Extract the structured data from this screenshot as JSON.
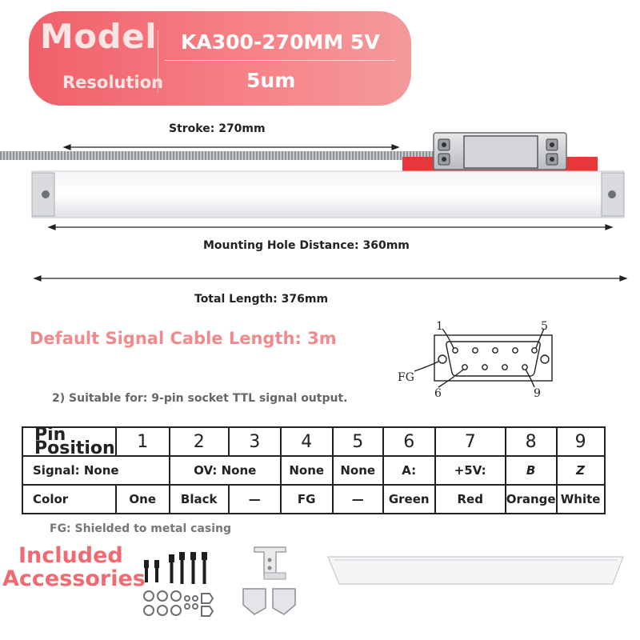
{
  "header": {
    "model_label": "Model",
    "model_value": "KA300-270MM 5V",
    "resolution_label": "Resolution",
    "resolution_value": "5um",
    "gradient_start": "#f0606a",
    "gradient_end": "#f39a9c"
  },
  "dimensions": {
    "stroke": "Stroke: 270mm",
    "mounting": "Mounting Hole Distance: 360mm",
    "total": "Total Length: 376mm"
  },
  "cable_length": "Default Signal Cable Length: 3m",
  "suitable": "2) Suitable for: 9-pin socket TTL signal output.",
  "connector": {
    "pin_1": "1",
    "pin_5": "5",
    "pin_6": "6",
    "pin_9": "9",
    "fg": "FG"
  },
  "pin_table": {
    "header": "Pin Position",
    "pins": [
      "1",
      "2",
      "3",
      "4",
      "5",
      "6",
      "7",
      "8",
      "9"
    ],
    "signal_label": "Signal: None",
    "signal_2_3": "OV: None",
    "signal_4": "None",
    "signal_5": "None",
    "signal_6": "A:",
    "signal_7": "+5V:",
    "signal_8": "B",
    "signal_9": "Z",
    "color_label": "Color",
    "color_1": "One",
    "color_2": "Black",
    "color_3": "—",
    "color_4": "FG",
    "color_5": "—",
    "color_6": "Green",
    "color_7": "Red",
    "color_8": "Orange",
    "color_9": "White"
  },
  "fg_note": "FG: Shielded to metal casing",
  "accessories": {
    "title_line1": "Included",
    "title_line2": "Accessories"
  }
}
